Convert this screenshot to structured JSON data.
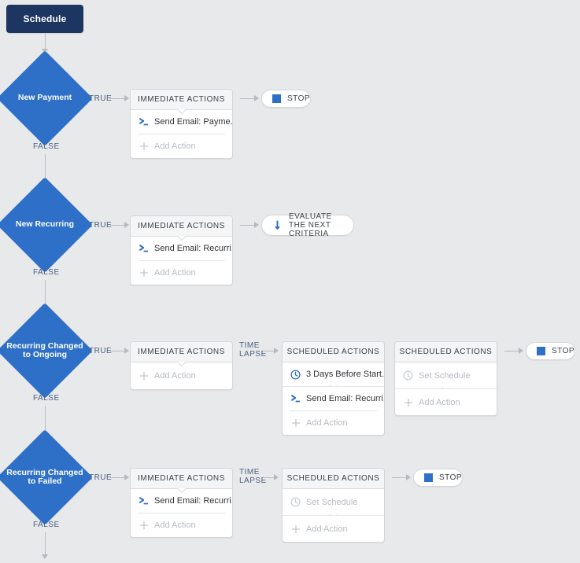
{
  "canvas": {
    "background_color": "#e8e9eb",
    "accent_blue": "#2e6fc7",
    "start_node_color": "#1d3661",
    "connector_color": "#b6babf",
    "label_color": "#4d6080"
  },
  "start": {
    "label": "Schedule"
  },
  "criteria": [
    {
      "id": "new-payment",
      "label": "New Payment",
      "true_label": "TRUE",
      "false_label": "FALSE"
    },
    {
      "id": "new-recurring",
      "label": "New Recurring",
      "true_label": "TRUE",
      "false_label": "FALSE"
    },
    {
      "id": "recurring-changed-to-ongoing",
      "label": "Recurring Changed to Ongoing",
      "true_label": "TRUE",
      "false_label": "FALSE"
    },
    {
      "id": "recurring-changed-to-failed",
      "label": "Recurring Changed to Failed",
      "true_label": "TRUE",
      "false_label": "FALSE"
    }
  ],
  "cards": {
    "row1_immediate": {
      "header": "IMMEDIATE ACTIONS",
      "rows": [
        {
          "icon": "send-email-icon",
          "label": "Send Email: Payme...",
          "muted": false
        }
      ],
      "add_action": "Add Action"
    },
    "row2_immediate": {
      "header": "IMMEDIATE ACTIONS",
      "rows": [
        {
          "icon": "send-email-icon",
          "label": "Send Email: Recurri...",
          "muted": false
        }
      ],
      "add_action": "Add Action"
    },
    "row3_immediate": {
      "header": "IMMEDIATE ACTIONS",
      "rows": [],
      "add_action": "Add Action"
    },
    "row3_scheduled_a": {
      "header": "SCHEDULED ACTIONS",
      "rows": [
        {
          "icon": "clock-icon",
          "label": "3 Days Before Start...",
          "muted": false
        },
        {
          "icon": "send-email-icon",
          "label": "Send Email: Recurri...",
          "muted": false
        }
      ],
      "add_action": "Add Action"
    },
    "row3_scheduled_b": {
      "header": "SCHEDULED ACTIONS",
      "rows": [
        {
          "icon": "clock-icon",
          "label": "Set Schedule",
          "muted": true
        }
      ],
      "add_action": "Add Action"
    },
    "row4_immediate": {
      "header": "IMMEDIATE ACTIONS",
      "rows": [
        {
          "icon": "send-email-icon",
          "label": "Send Email: Recurri...",
          "muted": false
        }
      ],
      "add_action": "Add Action"
    },
    "row4_scheduled": {
      "header": "SCHEDULED ACTIONS",
      "rows": [
        {
          "icon": "clock-icon",
          "label": "Set Schedule",
          "muted": true
        }
      ],
      "add_action": "Add Action"
    }
  },
  "end_nodes": {
    "stop1": {
      "label": "STOP",
      "icon": "stop-square-icon"
    },
    "evaluate_next": {
      "label": "EVALUATE THE\nNEXT CRITERIA",
      "icon": "arrow-down-icon"
    },
    "stop3": {
      "label": "STOP",
      "icon": "stop-square-icon"
    },
    "stop4": {
      "label": "STOP",
      "icon": "stop-square-icon"
    }
  },
  "connector_labels": {
    "time_lapse_row3": "TIME\nLAPSE",
    "time_lapse_row4": "TIME\nLAPSE"
  }
}
